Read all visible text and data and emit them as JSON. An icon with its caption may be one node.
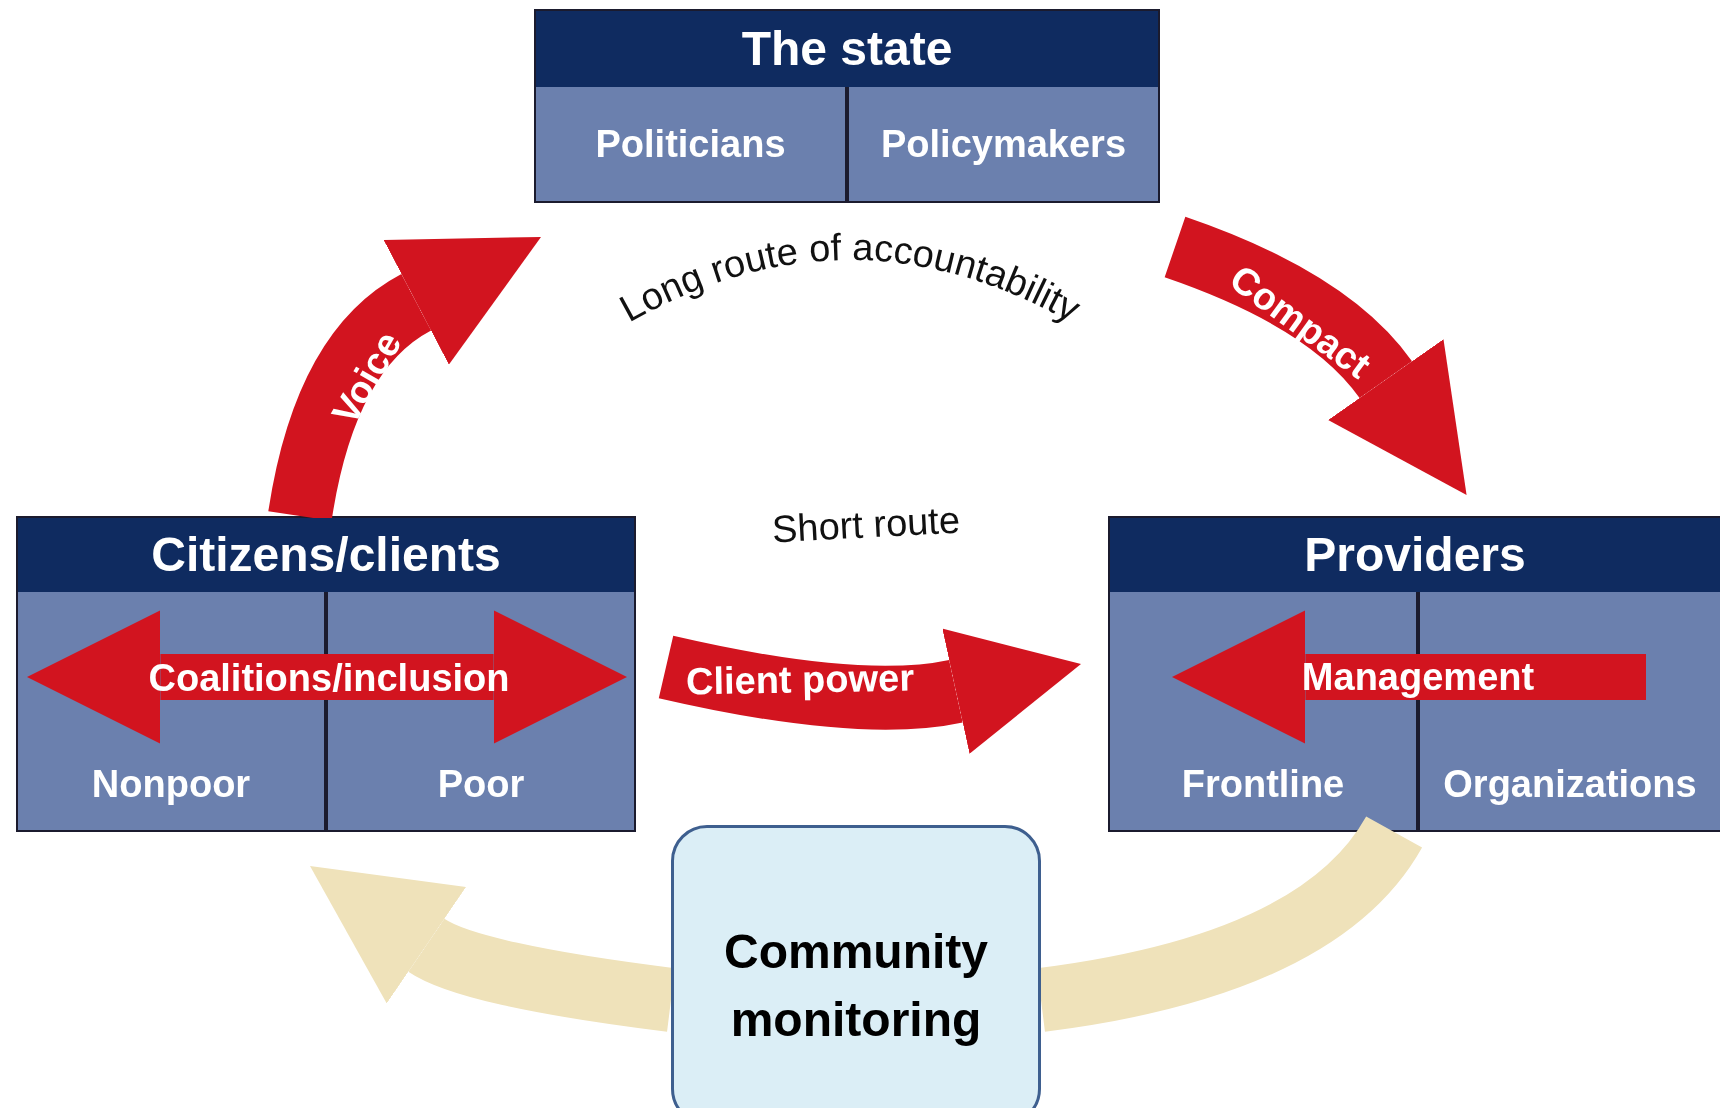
{
  "diagram": {
    "nodes": [
      {
        "text": [
          "The state"
        ]
      },
      {
        "text": [
          "Politicians"
        ],
        "in": 0
      },
      {
        "text": [
          "Policymakers"
        ],
        "in": 0
      },
      {
        "text": [
          "Citizens/clients"
        ]
      },
      {
        "text": [
          "Nonpoor"
        ],
        "in": 3
      },
      {
        "text": [
          "Poor"
        ],
        "in": 3
      },
      {
        "text": [
          "Providers"
        ]
      },
      {
        "text": [
          "Frontline"
        ],
        "in": 6
      },
      {
        "text": [
          "Organizations"
        ],
        "in": 6
      },
      {
        "text": [
          "Community monitoring"
        ]
      }
    ],
    "edges": [
      {
        "from": 3,
        "to": 0,
        "arrow": "to",
        "label": "Voice"
      },
      {
        "from": 0,
        "to": 6,
        "arrow": "to",
        "label": "Compact"
      },
      {
        "from": 3,
        "to": 6,
        "arrow": "to",
        "label": "Client power"
      },
      {
        "from": 4,
        "to": 5,
        "arrow": "both",
        "label": "Coalitions/inclusion"
      },
      {
        "from": 8,
        "to": 7,
        "arrow": "to",
        "label": "Management"
      },
      {
        "from": 6,
        "to": 9,
        "arrow": "none",
        "color": "#efe2ba"
      },
      {
        "from": 9,
        "to": 3,
        "arrow": "to",
        "color": "#efe2ba"
      }
    ],
    "labels": [
      "Long route of accountability",
      "Short route"
    ]
  }
}
